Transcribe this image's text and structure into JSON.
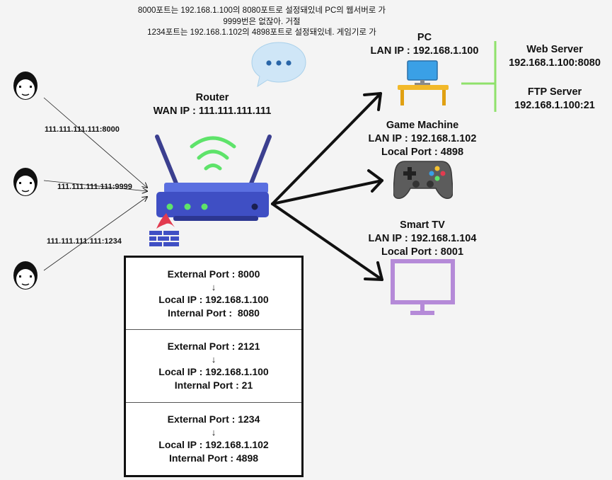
{
  "note": {
    "line1": "8000포트는 192.168.1.100의 8080포트로 설정돼있네 PC의 웹서버로 가",
    "line2": "9999번은 없잖아. 거절",
    "line3": "1234포트는 192.168.1.102의 4898포트로 설정돼있네. 게임기로 가"
  },
  "router": {
    "title": "Router",
    "wan": "WAN IP : 111.111.111.111"
  },
  "users": [
    {
      "label": "111.111.111.111:8000"
    },
    {
      "label": "111.111.111.111:9999"
    },
    {
      "label": "111.111.111.111:1234"
    }
  ],
  "pc": {
    "title": "PC",
    "lan": "LAN IP : 192.168.1.100"
  },
  "servers": {
    "web_title": "Web Server",
    "web_addr": "192.168.1.100:8080",
    "ftp_title": "FTP Server",
    "ftp_addr": "192.168.1.100:21"
  },
  "game": {
    "title": "Game Machine",
    "lan": "LAN IP : 192.168.1.102",
    "port": "Local Port : 4898"
  },
  "tv": {
    "title": "Smart TV",
    "lan": "LAN IP : 192.168.1.104",
    "port": "Local Port : 8001"
  },
  "table": {
    "rows": [
      {
        "external": "External Port : 8000",
        "arrow": "↓",
        "local": "Local IP : 192.168.1.100",
        "internal": "Internal Port :  8080"
      },
      {
        "external": "External Port : 2121",
        "arrow": "↓",
        "local": "Local IP : 192.168.1.100",
        "internal": "Internal Port : 21"
      },
      {
        "external": "External Port : 1234",
        "arrow": "↓",
        "local": "Local IP : 192.168.1.102",
        "internal": "Internal Port : 4898"
      }
    ]
  },
  "colors": {
    "router_blue": "#3f4fc4",
    "signal_green": "#5ee36a",
    "server_line": "#8fe16b",
    "tv_purple": "#b58ad8",
    "firewall_red": "#e23b4f"
  },
  "icons": [
    "person-icon",
    "speech-bubble-icon",
    "router-icon",
    "wifi-icon",
    "firewall-icon",
    "computer-desk-icon",
    "gamepad-icon",
    "monitor-icon"
  ]
}
